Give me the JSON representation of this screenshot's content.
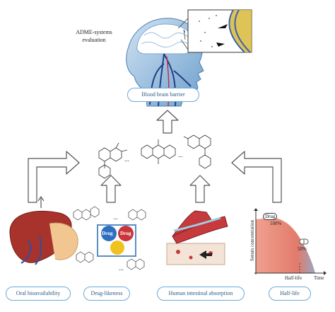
{
  "heading": {
    "line1": "ADME-systems",
    "line2": "evaluation"
  },
  "labels": {
    "bbb": "Blood brain barrier",
    "oral": "Oral bioavailability",
    "druglike": "Drug-likeness",
    "hia": "Human intestinal absorption",
    "halflife": "Half-life"
  },
  "pills": {
    "drug_a": "Drug",
    "drug_b": "Drug"
  },
  "chart": {
    "ylabel": "Serum concentration",
    "xlabel": "Time",
    "x_marker": "Half-life",
    "drug_tag": "Drug",
    "top_label": "100%",
    "mid_label": "50%"
  },
  "ellipsis": "...",
  "colors": {
    "accent": "#6aa9d9",
    "arrow_fill": "#ffffff",
    "arrow_stroke": "#555555",
    "curve_fill": "#e8887b",
    "head_blue": "#5a8fc4"
  }
}
